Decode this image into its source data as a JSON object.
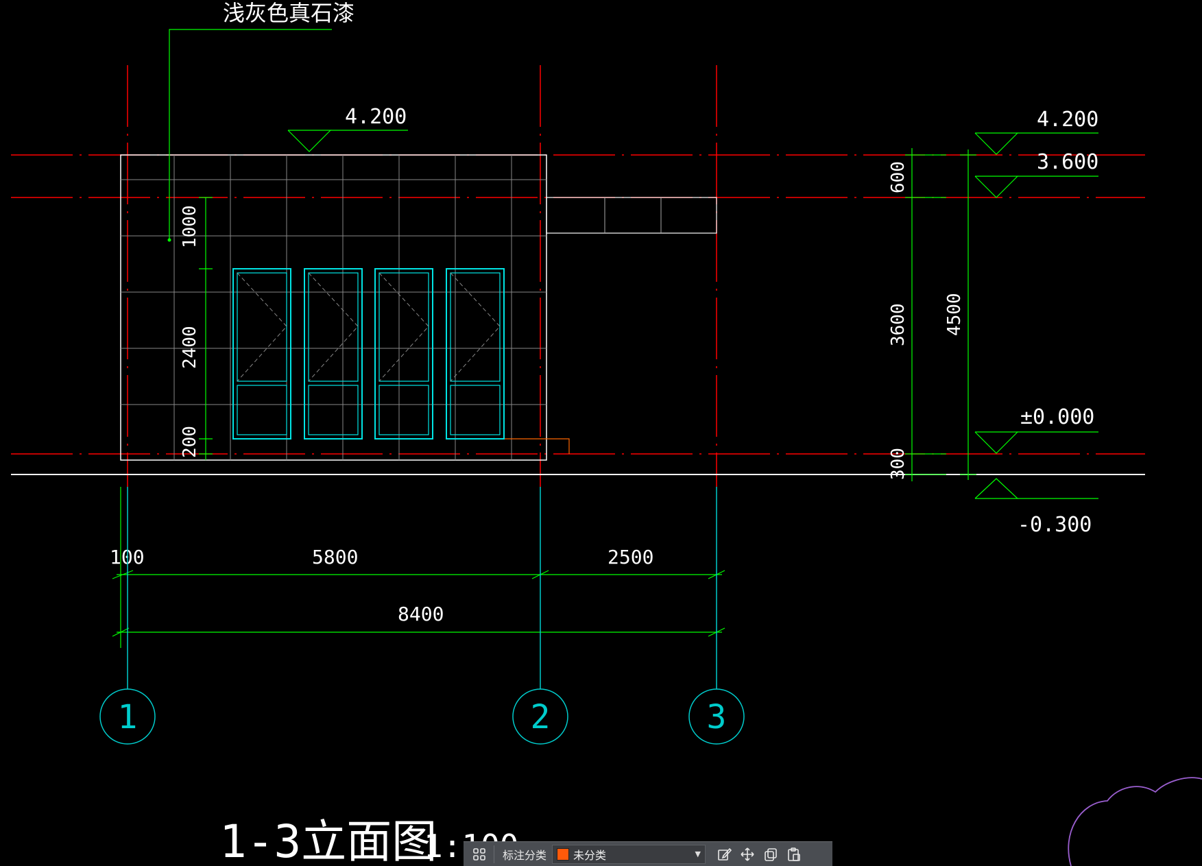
{
  "drawing": {
    "annotation_label": "浅灰色真石漆",
    "elevations": {
      "top_left": "4.200",
      "top_right": "4.200",
      "second": "3.600",
      "zero": "±0.000",
      "ground": "-0.300"
    },
    "vertical_dims": {
      "d1000": "1000",
      "d2400": "2400",
      "d200": "200",
      "d600": "600",
      "d3600": "3600",
      "d300": "300",
      "d4500": "4500"
    },
    "horizontal_dims": {
      "d100": "100",
      "d5800": "5800",
      "d2500": "2500",
      "d8400": "8400"
    },
    "axes": [
      "1",
      "2",
      "3"
    ],
    "title": "1-3立面图",
    "scale": "1:100",
    "colors": {
      "axis_line": "#ff0000",
      "dimension": "#00ff00",
      "grid_bubble": "#00cccc",
      "window_frame": "#00e5e5",
      "wall_outline": "#ffffff",
      "revision_cloud": "#9b5fd0",
      "background": "#000000"
    }
  },
  "toolbar": {
    "layout_icon": "grid-icon",
    "label": "标注分类",
    "select_value": "未分类",
    "swatch_color": "#ff5a0a",
    "icons": [
      "edit-icon",
      "move-icon",
      "copy-icon",
      "paste-icon"
    ]
  }
}
